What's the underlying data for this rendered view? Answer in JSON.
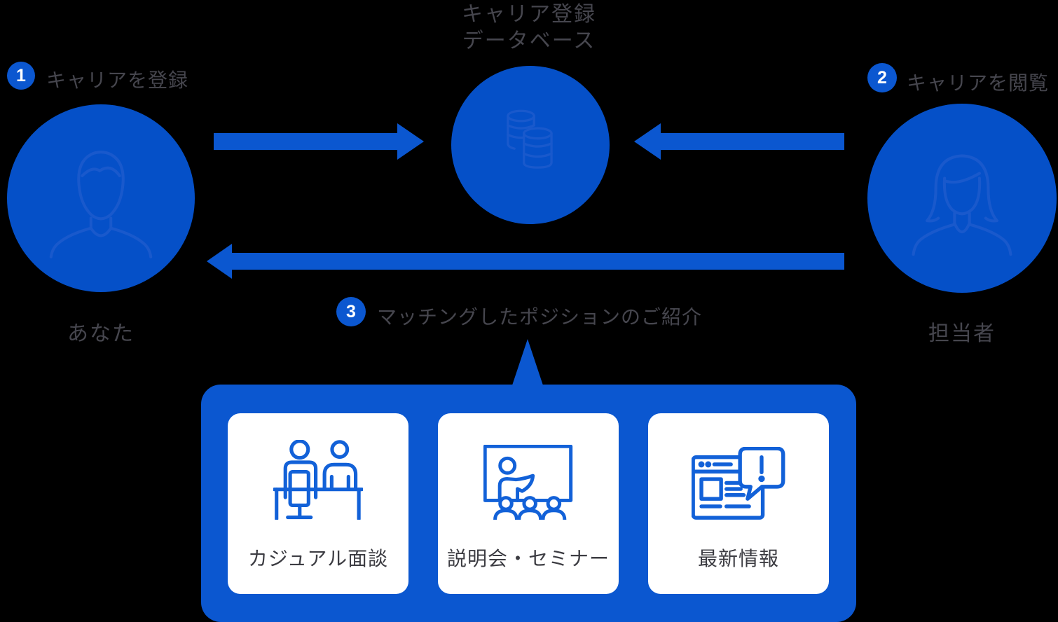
{
  "colors": {
    "background": "#000000",
    "primary_blue": "#0b57d0",
    "circle_blue": "#0550c8",
    "circle_inner_stroke": "#1959cc",
    "card_icon_blue": "#1261d8",
    "text_gray": "#46464e",
    "card_label_gray": "#3c3c42",
    "card_background": "#ffffff",
    "badge_text": "#ffffff"
  },
  "database": {
    "title_line1": "キャリア登録",
    "title_line2": "データベース",
    "icon": "database-icon"
  },
  "steps": [
    {
      "number": "1",
      "label": "キャリアを登録"
    },
    {
      "number": "2",
      "label": "キャリアを閲覧"
    },
    {
      "number": "3",
      "label": "マッチングしたポジションのご紹介"
    }
  ],
  "actors": {
    "left": {
      "label": "あなた",
      "icon": "male-user-icon"
    },
    "right": {
      "label": "担当者",
      "icon": "female-user-icon"
    }
  },
  "cards": [
    {
      "label": "カジュアル面談",
      "icon": "interview-icon"
    },
    {
      "label": "説明会・セミナー",
      "icon": "seminar-icon"
    },
    {
      "label": "最新情報",
      "icon": "news-icon"
    }
  ]
}
